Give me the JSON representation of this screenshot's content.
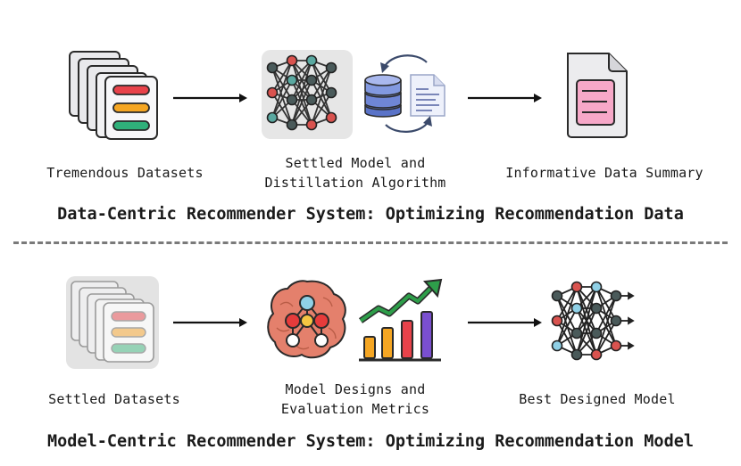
{
  "top": {
    "caption_1": "Tremendous Datasets",
    "caption_2_line1": "Settled Model and",
    "caption_2_line2": "Distillation Algorithm",
    "caption_3": "Informative Data Summary",
    "title": "Data-Centric Recommender System: Optimizing Recommendation Data"
  },
  "bottom": {
    "caption_1": "Settled Datasets",
    "caption_2_line1": "Model Designs and",
    "caption_2_line2": "Evaluation Metrics",
    "caption_3": "Best Designed Model",
    "title": "Model-Centric Recommender System: Optimizing Recommendation Model"
  },
  "colors": {
    "bar_red": "#e8424a",
    "bar_orange": "#f5a623",
    "bar_green": "#2fb07a",
    "summary_pink": "#f7a8c8",
    "brain": "#e4806c",
    "trend_green": "#2e9e4a",
    "bar_purple": "#7a4fd0",
    "net_node_grey": "#4a5a5a",
    "net_node_red": "#d9534f",
    "net_node_teal": "#5aa8a0",
    "net_node_blue": "#8fd0e6"
  },
  "icons": [
    "stacked-datasets-icon",
    "neural-network-icon",
    "database-icon",
    "document-icon",
    "cycle-arrows-icon",
    "summary-document-icon",
    "faded-datasets-icon",
    "brain-network-icon",
    "growth-chart-icon",
    "designed-network-icon"
  ]
}
